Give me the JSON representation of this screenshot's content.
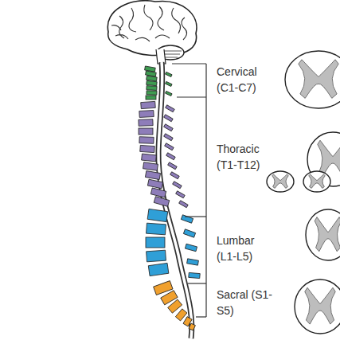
{
  "diagram": {
    "labels": [
      "Cervical (C1-C7)",
      "Thoracic (T1-T12)",
      "Lumbar (L1-L5)",
      "Sacral (S1-S5)"
    ]
  }
}
